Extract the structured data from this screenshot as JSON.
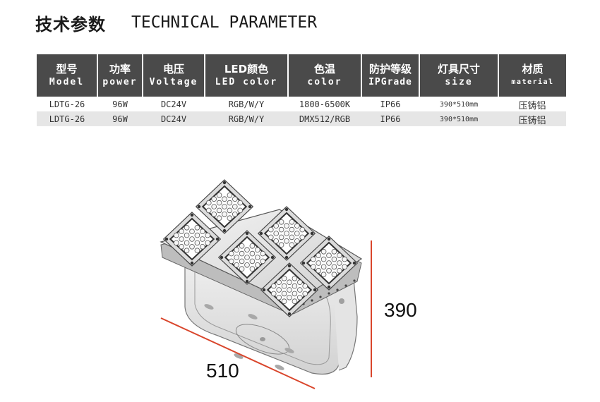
{
  "title": {
    "cn": "技术参数",
    "en": "TECHNICAL PARAMETER"
  },
  "table": {
    "headers": [
      {
        "cn": "型号",
        "en": "Model"
      },
      {
        "cn": "功率",
        "en": "power"
      },
      {
        "cn": "电压",
        "en": "Voltage"
      },
      {
        "cn": "LED颜色",
        "en": "LED color"
      },
      {
        "cn": "色温",
        "en": "color"
      },
      {
        "cn": "防护等级",
        "en": "IPGrade"
      },
      {
        "cn": "灯具尺寸",
        "en": "size"
      },
      {
        "cn": "材质",
        "en": "material"
      }
    ],
    "rows": [
      [
        "LDTG-26",
        "96W",
        "DC24V",
        "RGB/W/Y",
        "1800-6500K",
        "IP66",
        "390*510mm",
        "压铸铝"
      ],
      [
        "LDTG-26",
        "96W",
        "DC24V",
        "RGB/W/Y",
        "DMX512/RGB",
        "IP66",
        "390*510mm",
        "压铸铝"
      ]
    ],
    "header_color": "#4a4a4a",
    "alt_row_color": "#e6e6e6"
  },
  "dimensions": {
    "height": "390",
    "width": "510",
    "line_color": "#d9452b"
  }
}
